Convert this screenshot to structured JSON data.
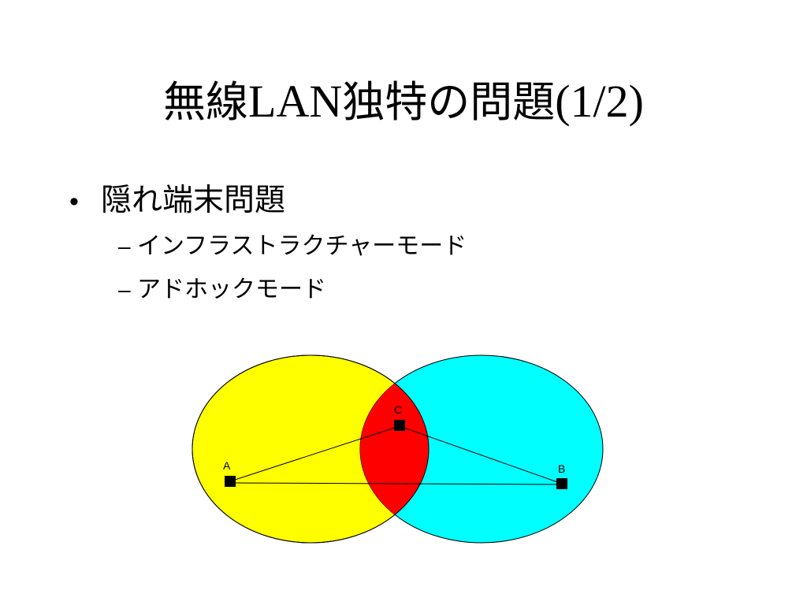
{
  "title": {
    "part1": "無線",
    "part2": "LAN",
    "part3": "独特の問題",
    "part4": "(1/2)"
  },
  "bullets": {
    "main": "隠れ端末問題",
    "main_marker": "•",
    "sub_marker": "–",
    "sub": [
      "インフラストラクチャーモード",
      "アドホックモード"
    ]
  },
  "diagram": {
    "colors": {
      "left_circle": "#ffff00",
      "right_circle": "#00ffff",
      "overlap": "#ff0000",
      "node": "#000000"
    },
    "nodes": {
      "a": "A",
      "b": "B",
      "c": "C"
    }
  }
}
